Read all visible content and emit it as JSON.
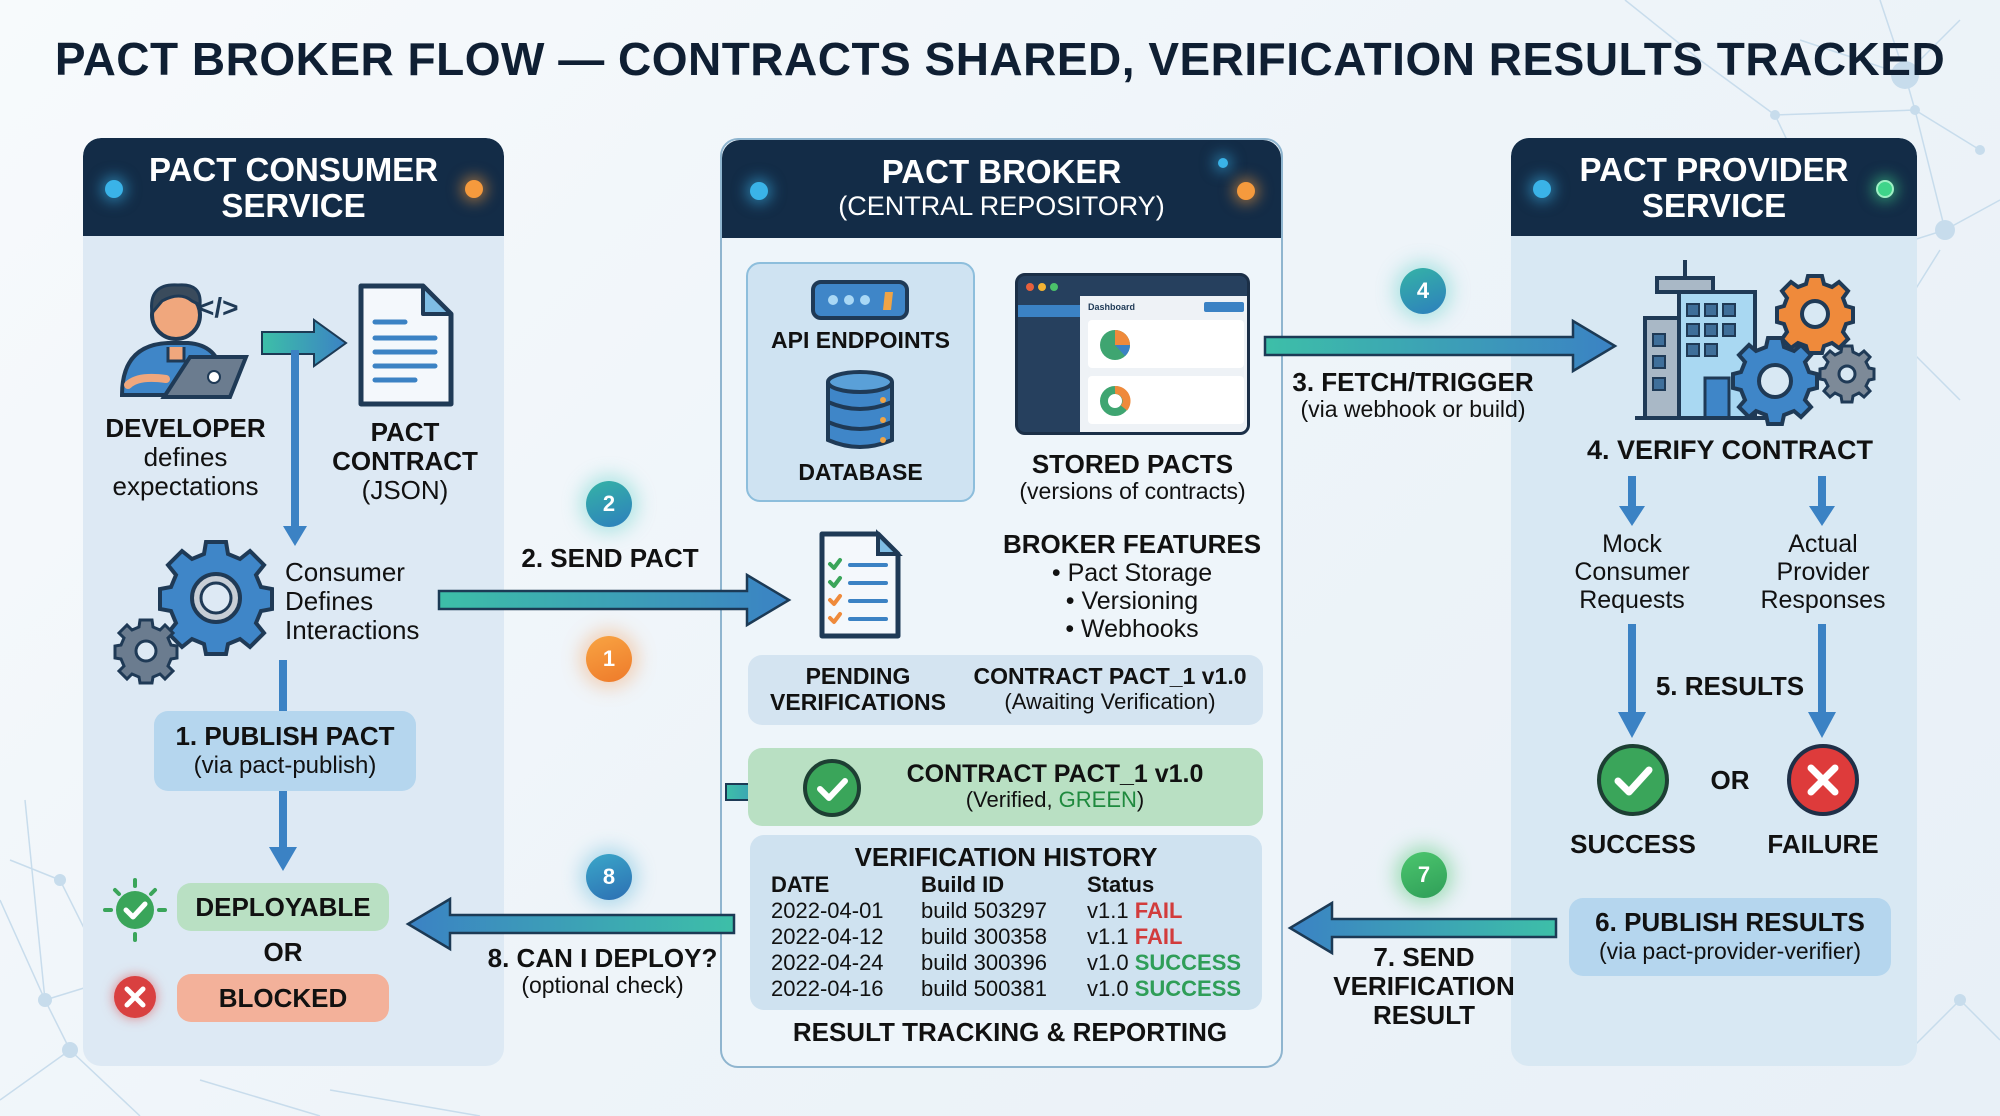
{
  "title": "PACT BROKER FLOW — CONTRACTS SHARED, VERIFICATION RESULTS TRACKED",
  "consumer": {
    "header_line1": "PACT CONSUMER",
    "header_line2": "SERVICE",
    "developer_title": "DEVELOPER",
    "developer_line2": "defines",
    "developer_line3": "expectations",
    "contract_line1": "PACT",
    "contract_line2": "CONTRACT",
    "contract_line3": "(JSON)",
    "interactions_line1": "Consumer",
    "interactions_line2": "Defines",
    "interactions_line3": "Interactions",
    "publish_title": "1. PUBLISH PACT",
    "publish_sub": "(via pact-publish)",
    "deployable_label": "DEPLOYABLE",
    "or_label": "OR",
    "blocked_label": "BLOCKED"
  },
  "broker": {
    "header_line1": "PACT BROKER",
    "header_line2": "(CENTRAL REPOSITORY)",
    "api_label": "API ENDPOINTS",
    "db_label": "DATABASE",
    "dashboard_title": "Dashboard",
    "stored_title": "STORED PACTS",
    "stored_sub": "(versions of contracts)",
    "features_title": "BROKER FEATURES",
    "features": [
      "• Pact Storage",
      "• Versioning",
      "• Webhooks"
    ],
    "pending_line1": "PENDING",
    "pending_line2": "VERIFICATIONS",
    "pending_contract": "CONTRACT PACT_1 v1.0",
    "pending_status": "(Awaiting Verification)",
    "verified_contract": "CONTRACT PACT_1 v1.0",
    "verified_prefix": "(Verified, ",
    "verified_word": "GREEN",
    "verified_suffix": ")",
    "history_title": "VERIFICATION HISTORY",
    "history_columns": [
      "DATE",
      "Build ID",
      "Status"
    ],
    "history_rows": [
      {
        "date": "2022-04-01",
        "build": "build 503297",
        "version": "v1.1",
        "result": "FAIL",
        "ok": false
      },
      {
        "date": "2022-04-12",
        "build": "build 300358",
        "version": "v1.1",
        "result": "FAIL",
        "ok": false
      },
      {
        "date": "2022-04-24",
        "build": "build 300396",
        "version": "v1.0",
        "result": "SUCCESS",
        "ok": true
      },
      {
        "date": "2022-04-16",
        "build": "build 500381",
        "version": "v1.0",
        "result": "SUCCESS",
        "ok": true
      }
    ],
    "reporting_label": "RESULT TRACKING & REPORTING"
  },
  "provider": {
    "header_line1": "PACT PROVIDER",
    "header_line2": "SERVICE",
    "verify_title": "4. VERIFY CONTRACT",
    "mock_line1": "Mock",
    "mock_line2": "Consumer",
    "mock_line3": "Requests",
    "actual_line1": "Actual",
    "actual_line2": "Provider",
    "actual_line3": "Responses",
    "results_label": "5. RESULTS",
    "or_label": "OR",
    "success_label": "SUCCESS",
    "failure_label": "FAILURE",
    "publish_title": "6. PUBLISH RESULTS",
    "publish_sub": "(via pact-provider-verifier)"
  },
  "flows": {
    "send_pact": "2. SEND PACT",
    "fetch_title": "3. FETCH/TRIGGER",
    "fetch_sub": "(via webhook or build)",
    "send_result_line1": "7. SEND",
    "send_result_line2": "VERIFICATION",
    "send_result_line3": "RESULT",
    "can_deploy_title": "8. CAN I DEPLOY?",
    "can_deploy_sub": "(optional check)"
  },
  "badges": {
    "b1": "1",
    "b2": "2",
    "b4": "4",
    "b7": "7",
    "b8": "8"
  },
  "colors": {
    "header_navy": "#132c47",
    "arrow_blue": "#3b82c4",
    "arrow_teal": "#3dbfa8",
    "success_green": "#2f9e58",
    "fail_red": "#d23c3c",
    "deployable_bg": "#b9e0c3",
    "blocked_bg": "#f3b19a"
  }
}
